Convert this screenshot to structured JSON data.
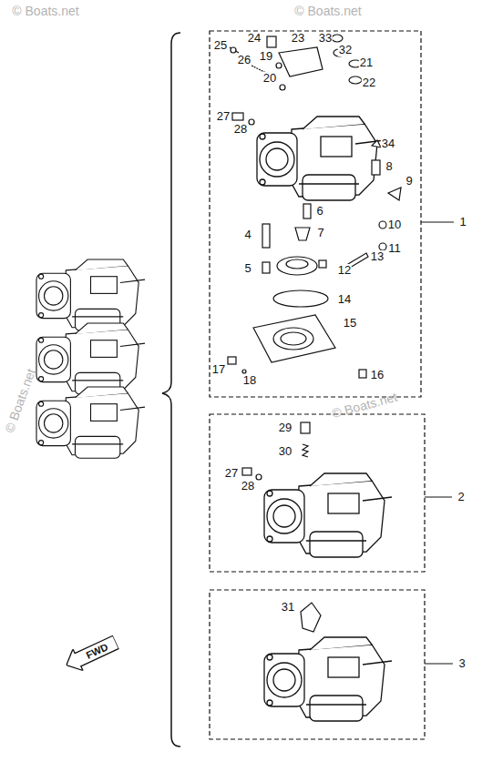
{
  "diagram": {
    "nodes": [
      {
        "text": [
          "FWD"
        ]
      }
    ],
    "labels": [
      "24",
      "23",
      "33",
      "25",
      "26",
      "19",
      "32",
      "21",
      "20",
      "22",
      "27",
      "28",
      "34",
      "8",
      "9",
      "6",
      "10",
      "4",
      "7",
      "11",
      "1",
      "5",
      "12",
      "13",
      "14",
      "15",
      "17",
      "18",
      "16",
      "29",
      "30",
      "27",
      "28",
      "2",
      "31",
      "3",
      "© Boats.net",
      "© Boats.net",
      "© Boats.net",
      "© Boats.net"
    ]
  }
}
